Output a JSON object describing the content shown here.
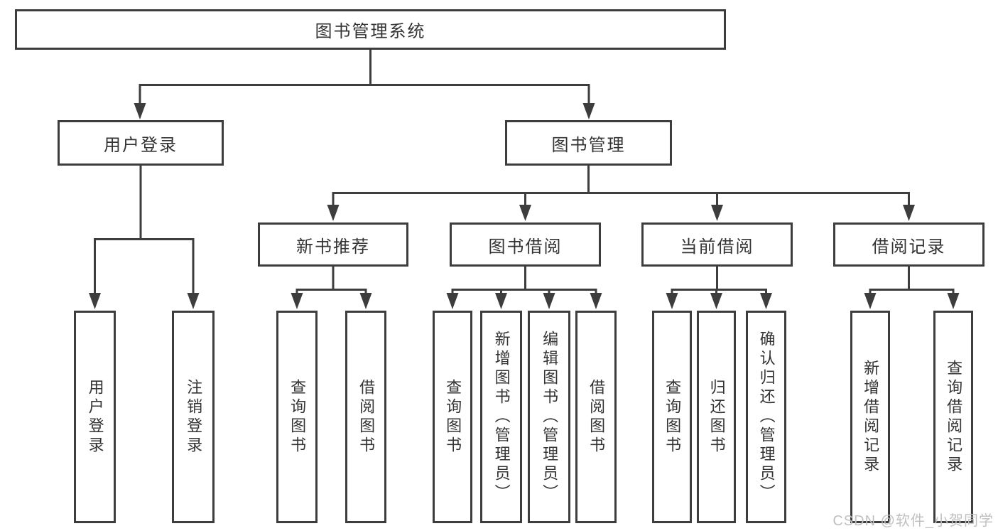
{
  "diagram_title": "图书管理系统",
  "tree": {
    "label": "图书管理系统",
    "children": [
      {
        "label": "用户登录",
        "children": [
          {
            "label": "用户登录"
          },
          {
            "label": "注销登录"
          }
        ]
      },
      {
        "label": "图书管理",
        "children": [
          {
            "label": "新书推荐",
            "children": [
              {
                "label": "查询图书"
              },
              {
                "label": "借阅图书"
              }
            ]
          },
          {
            "label": "图书借阅",
            "children": [
              {
                "label": "查询图书"
              },
              {
                "label": "新增图书（管理员）"
              },
              {
                "label": "编辑图书（管理员）"
              },
              {
                "label": "借阅图书"
              }
            ]
          },
          {
            "label": "当前借阅",
            "children": [
              {
                "label": "查询图书"
              },
              {
                "label": "归还图书"
              },
              {
                "label": "确认归还（管理员）"
              }
            ]
          },
          {
            "label": "借阅记录",
            "children": [
              {
                "label": "新增借阅记录"
              },
              {
                "label": "查询借阅记录"
              }
            ]
          }
        ]
      }
    ]
  },
  "colors": {
    "line": "#3d3d3d",
    "text": "#333333",
    "background": "#ffffff",
    "watermark": "#c0c0c0"
  },
  "watermark": "CSDN @软件_小贺同学"
}
